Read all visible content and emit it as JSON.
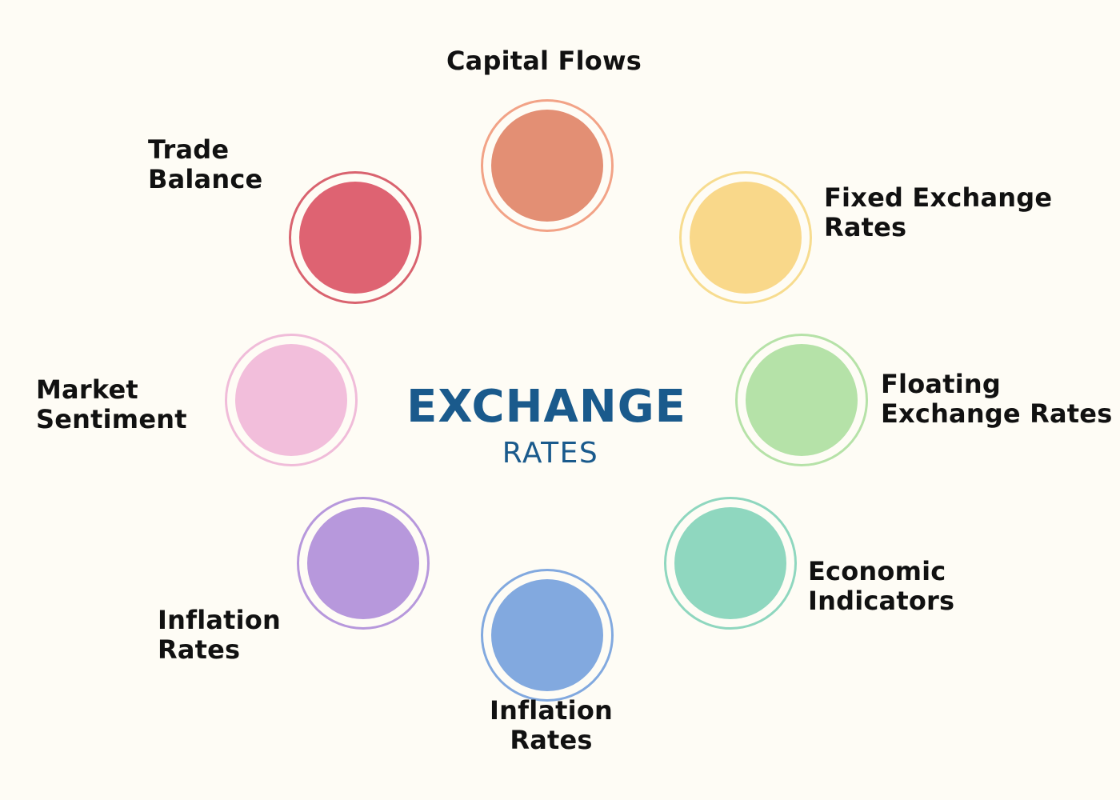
{
  "center": {
    "title": "EXCHANGE",
    "subtitle": "RATES",
    "color": "#1a5a8c"
  },
  "factors": [
    {
      "label": "Capital Flows",
      "fill": "#e38f74",
      "ring": "#f2a387"
    },
    {
      "label": "Fixed Exchange\nRates",
      "fill": "#f9d88a",
      "ring": "#f7dc8f"
    },
    {
      "label": "Floating\nExchange Rates",
      "fill": "#b5e2a8",
      "ring": "#b6e2a8"
    },
    {
      "label": "Economic\nIndicators",
      "fill": "#8fd7bf",
      "ring": "#8fd7bf"
    },
    {
      "label": "Inflation\nRates",
      "fill": "#82a9df",
      "ring": "#82a9df"
    },
    {
      "label": "Inflation\nRates",
      "fill": "#b798dc",
      "ring": "#b798dc"
    },
    {
      "label": "Market\nSentiment",
      "fill": "#f2bedb",
      "ring": "#f0bcd9"
    },
    {
      "label": "Trade\nBalance",
      "fill": "#de6372",
      "ring": "#d9636f"
    }
  ]
}
